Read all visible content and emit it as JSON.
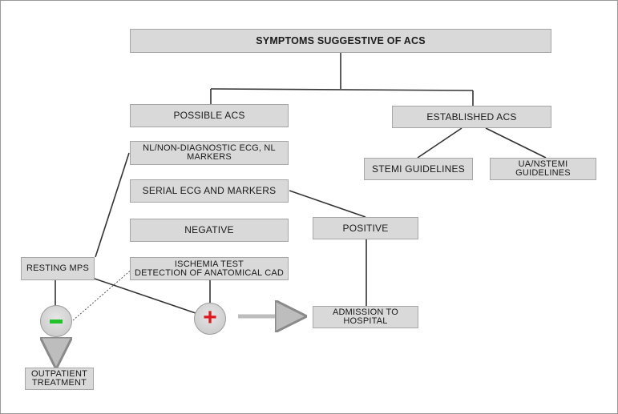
{
  "flowchart": {
    "title": "SYMPTOMS SUGGESTIVE OF ACS",
    "possible_acs": "POSSIBLE ACS",
    "established_acs": "ESTABLISHED ACS",
    "nondiagnostic_ecg": "NL/NON-DIAGNOSTIC ECG, NL MARKERS",
    "stemi_guidelines": "STEMI GUIDELINES",
    "ua_nstemi_guidelines": "UA/NSTEMI GUIDELINES",
    "serial_ecg": "SERIAL ECG AND MARKERS",
    "negative": "NEGATIVE",
    "positive": "POSITIVE",
    "resting_mps": "RESTING MPS",
    "ischemia_test": "ISCHEMIA TEST",
    "anatomical_cad": "DETECTION OF ANATOMICAL CAD",
    "admission": "ADMISSION TO HOSPITAL",
    "outpatient": "OUTPATIENT TREATMENT",
    "negative_result_symbol": "−",
    "positive_result_symbol": "+"
  },
  "colors": {
    "box_fill": "#d9d9d9",
    "line": "#333333",
    "minus_sign": "#22c32a",
    "plus_sign": "#e0171e"
  }
}
